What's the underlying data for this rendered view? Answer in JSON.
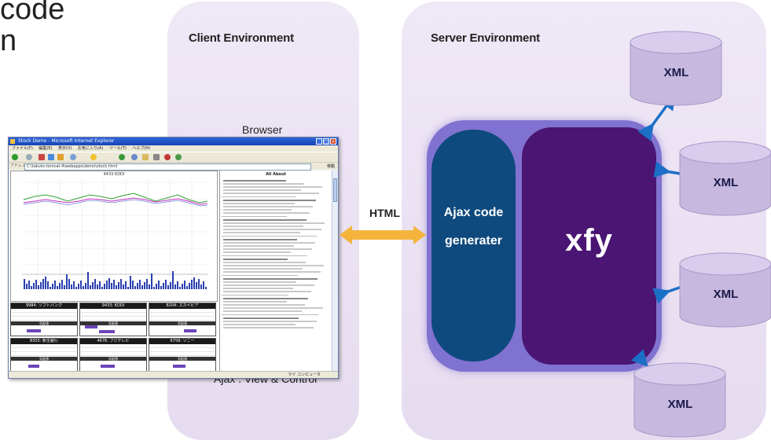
{
  "corner_text": [
    "code",
    "n"
  ],
  "client": {
    "title": "Client Environment",
    "browser_label": "Browser",
    "ajax_label": "Ajax : View & Control"
  },
  "server": {
    "title": "Server Environment",
    "ajax_line1": "Ajax code",
    "ajax_line2": "generater",
    "xfy_label": "xfy"
  },
  "connector": {
    "label": "HTML"
  },
  "databases": [
    {
      "label": "XML"
    },
    {
      "label": "XML"
    },
    {
      "label": "XML"
    },
    {
      "label": "XML"
    }
  ],
  "browser": {
    "title": "Stock Demo - Microsoft Internet Explorer",
    "menu": [
      "ファイル(F)",
      "編集(E)",
      "表示(V)",
      "お気に入り(A)",
      "ツール(T)",
      "ヘルプ(H)"
    ],
    "address_label": "アドレス(D)",
    "address": "C:\\takuto-tomcat-4\\webapps\\demo\\stock.html",
    "go_label": "移動",
    "chart_title": "9433 KDDI",
    "news_title": "All About",
    "status": "マイ コンピュータ",
    "tiles": [
      "9984: ソフトバンク",
      "9433: KDDI",
      "8204: スカイピア",
      "8303: 新生銀行",
      "4676: フジテレビ",
      "6758: ソニー"
    ],
    "tile_bar": "気配値"
  },
  "colors": {
    "panel_bg": "#ece4f4",
    "ajax_box": "#0f4a7e",
    "xfy_box": "#4a1573",
    "outer_box": "#8072d0",
    "html_arrow": "#f4b43c",
    "db_arrow": "#1c6fc6",
    "cylinder": "#c6b8de"
  }
}
